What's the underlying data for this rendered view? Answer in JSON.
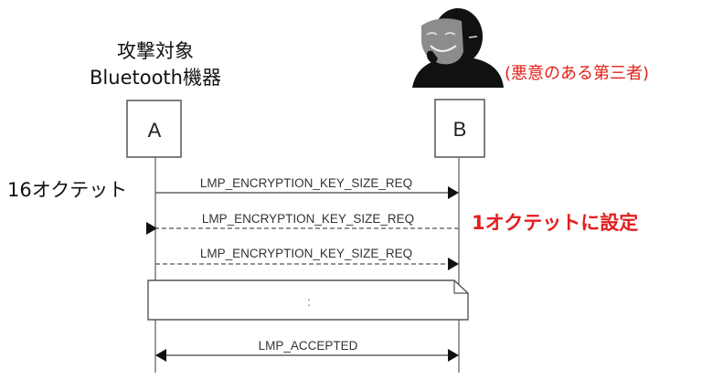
{
  "target": {
    "title_line1": "攻撃対象",
    "title_line2": "Bluetooth機器"
  },
  "attacker": {
    "icon": "masked-person-icon",
    "label": "(悪意のある第三者)"
  },
  "participants": [
    {
      "id": "A",
      "label": "A"
    },
    {
      "id": "B",
      "label": "B"
    }
  ],
  "messages": [
    {
      "label": "LMP_ENCRYPTION_KEY_SIZE_REQ",
      "from": "A",
      "to": "B",
      "style": "solid"
    },
    {
      "label": "LMP_ENCRYPTION_KEY_SIZE_REQ",
      "from": "B",
      "to": "A",
      "style": "dashed"
    },
    {
      "label": "LMP_ENCRYPTION_KEY_SIZE_REQ",
      "from": "A",
      "to": "B",
      "style": "dashed"
    },
    {
      "label": "LMP_ACCEPTED",
      "from": "A",
      "to": "B",
      "style": "solid",
      "bidirectional": true
    }
  ],
  "note": {
    "text": ":"
  },
  "annotations": {
    "left": "16オクテット",
    "right": "1オクテットに設定"
  },
  "colors": {
    "accent_red": "#e41e1e",
    "line": "#555555",
    "mask": "#8c8c8c",
    "silhouette": "#111111"
  }
}
